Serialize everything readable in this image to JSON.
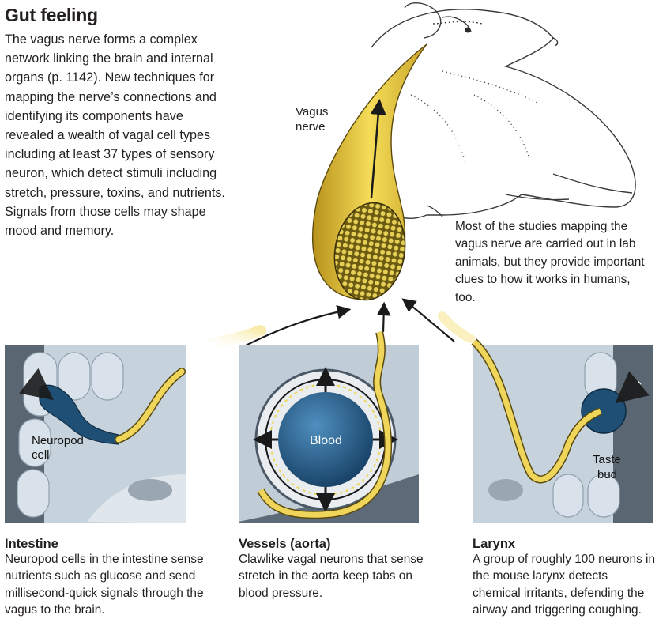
{
  "header": {
    "title": "Gut feeling",
    "intro": "The vagus nerve forms a complex network linking the brain and internal organs (p. 1142). New techniques for mapping the nerve’s connections and identifying its components have revealed a wealth of vagal cell types including at least 37 types of sensory neuron, which detect stimuli including stretch, pressure, toxins, and nutrients. Signals from those cells may shape mood and memory."
  },
  "mouse": {
    "nerve_label_line1": "Vagus",
    "nerve_label_line2": "nerve",
    "note": "Most of the studies mapping the vagus nerve are carried out in lab animals, but they provide important clues to how it works in humans, too."
  },
  "panels": {
    "intestine": {
      "title": "Intestine",
      "text": "Neuropod cells in the intestine sense nutrients such as glucose and send millisecond-quick signals through the vagus to the brain.",
      "label_line1": "Neuropod",
      "label_line2": "cell"
    },
    "vessels": {
      "title": "Vessels (aorta)",
      "text": "Clawlike vagal neurons that sense stretch in the aorta keep tabs on blood pressure.",
      "label": "Blood"
    },
    "larynx": {
      "title": "Larynx",
      "text": "A group of roughly 100 neurons in the mouse larynx detects chemical irritants, defending the airway and triggering coughing.",
      "label_line1": "Taste",
      "label_line2": "bud"
    }
  },
  "colors": {
    "nerve": "#e8c93a",
    "nerve_dark": "#8a6d10",
    "tissue": "#c8d3dc",
    "blood": "#1d5a86",
    "neuropod": "#1f4f74",
    "panel_dark": "#3a4a58"
  }
}
